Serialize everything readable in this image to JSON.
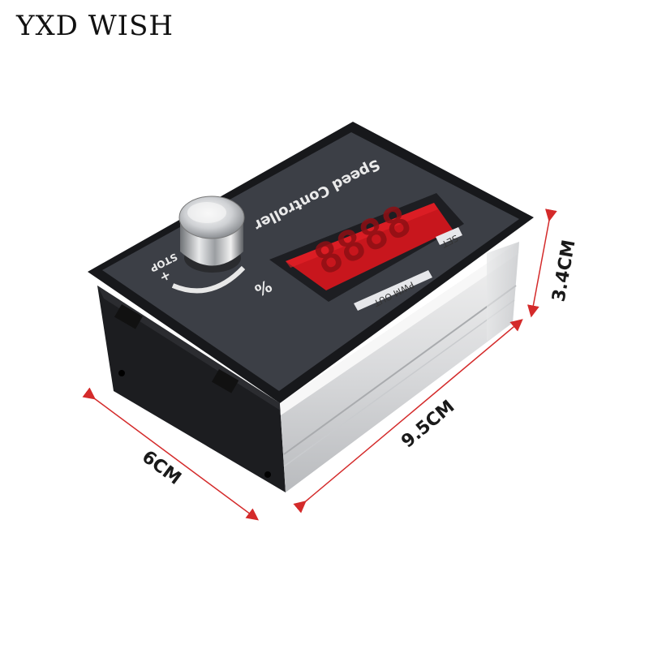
{
  "brand": "YXD WISH",
  "product": {
    "title": "Speed Controller",
    "stop_label": "STOP",
    "plus_label": "+",
    "percent_label": "%",
    "set_label": "SET",
    "pwm_label": "PWM OUT",
    "display_digits": "8888"
  },
  "dimensions": {
    "depth": "6CM",
    "length": "9.5CM",
    "height": "3.4CM"
  },
  "colors": {
    "dimension_line": "#d42a2a",
    "display": "#e8232a",
    "panel": "#3a3d44"
  }
}
